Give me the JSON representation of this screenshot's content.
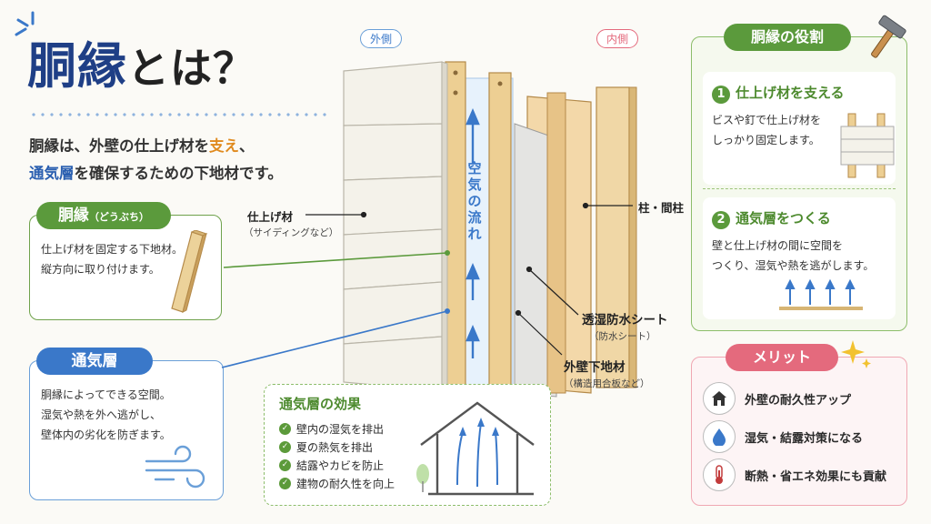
{
  "title": {
    "main": "胴縁",
    "tail": "とは？"
  },
  "intro": {
    "l1a": "胴縁は、外壁の仕上げ材を",
    "l1b": "支え",
    "l1c": "、",
    "l2a": "通気層",
    "l2b": "を確保するための下地材です。"
  },
  "doubuchi": {
    "title": "胴縁",
    "reading": "（どうぶち）",
    "line1": "仕上げ材を固定する下地材。",
    "line2": "縦方向に取り付けます。"
  },
  "tsuukisou": {
    "title": "通気層",
    "line1": "胴縁によってできる空間。",
    "line2": "湿気や熱を外へ逃がし、",
    "line3": "壁体内の劣化を防ぎます。"
  },
  "diagram": {
    "outside": "外側",
    "inside": "内側",
    "airflow": [
      "空",
      "気",
      "の",
      "流",
      "れ"
    ],
    "finish": "仕上げ材",
    "finish_sub": "（サイディングなど）",
    "pillar": "柱・間柱",
    "sheet": "透湿防水シート",
    "sheet_sub": "（防水シート）",
    "base": "外壁下地材",
    "base_sub": "（構造用合板など）"
  },
  "effects": {
    "title": "通気層の効果",
    "items": [
      "壁内の湿気を排出",
      "夏の熱気を排出",
      "結露やカビを防止",
      "建物の耐久性を向上"
    ]
  },
  "roles": {
    "title": "胴縁の役割",
    "r1": {
      "num": "1",
      "title": "仕上げ材を支える",
      "line1": "ビスや釘で仕上げ材を",
      "line2": "しっかり固定します。"
    },
    "r2": {
      "num": "2",
      "title": "通気層をつくる",
      "line1": "壁と仕上げ材の間に空間を",
      "line2": "つくり、湿気や熱を逃がします。"
    }
  },
  "merits": {
    "title": "メリット",
    "items": [
      {
        "icon": "house-icon",
        "text": "外壁の耐久性アップ"
      },
      {
        "icon": "water-drop-icon",
        "text": "湿気・結露対策になる"
      },
      {
        "icon": "thermometer-icon",
        "text": "断熱・省エネ効果にも貢献"
      }
    ]
  },
  "colors": {
    "navy": "#1f3f86",
    "green": "#5b9a3c",
    "blue": "#3a78c9",
    "pink": "#e46a7d",
    "orange": "#e08a1e"
  }
}
